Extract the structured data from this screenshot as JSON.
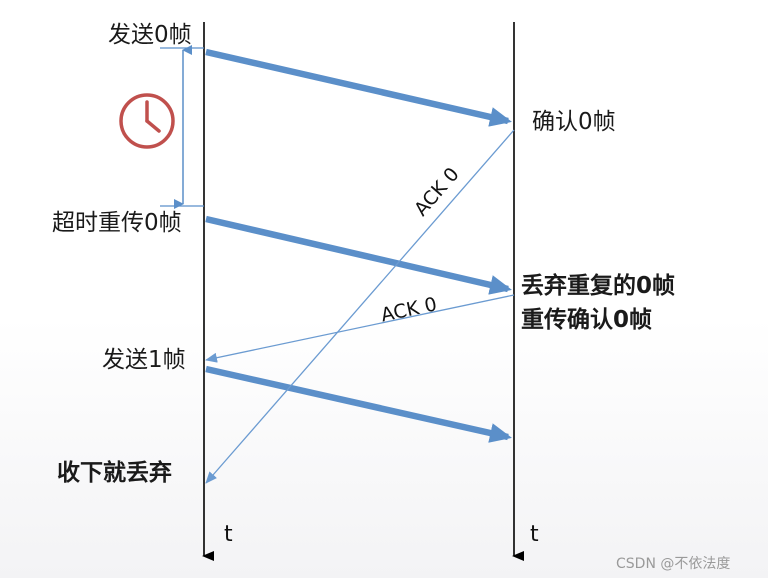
{
  "sender": {
    "send_frame0": "发送0帧",
    "resend_frame0": "超时重传0帧",
    "send_frame1": "发送1帧",
    "receive_discard": "收下就丢弃",
    "time_axis": "t"
  },
  "receiver": {
    "confirm_frame0": "确认0帧",
    "discard_duplicate": "丢弃重复的0帧",
    "retransmit_ack": "重传确认0帧",
    "time_axis": "t"
  },
  "ack_labels": {
    "ack_first": "ACK 0",
    "ack_second": "ACK 0"
  },
  "timer_icon": "clock-icon",
  "colors": {
    "frame_arrow": "#5b8fc9",
    "ack_line": "#6b9bd1",
    "timer_bracket": "#5b8fc9",
    "clock": "#c0504d",
    "axis": "#000000"
  },
  "watermark": "CSDN @不依法度"
}
